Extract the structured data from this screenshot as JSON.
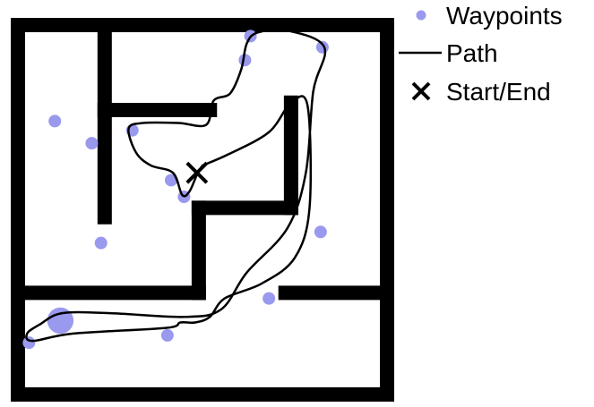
{
  "chart_data": {
    "type": "scatter",
    "title": "",
    "xlabel": "",
    "ylabel": "",
    "xlim": [
      0,
      10
    ],
    "ylim": [
      0,
      10
    ],
    "grid": false,
    "axes_visible": false,
    "legend": {
      "placement": "top-right",
      "entries": [
        {
          "label": "Waypoints",
          "marker": "circle",
          "color": "#9999ee"
        },
        {
          "label": "Path",
          "marker": "line",
          "color": "#000000"
        },
        {
          "label": "Start/End",
          "marker": "x",
          "color": "#000000"
        }
      ]
    },
    "walls": [
      [
        0,
        0,
        0,
        10
      ],
      [
        0,
        10,
        10,
        10
      ],
      [
        10,
        10,
        10,
        0
      ],
      [
        10,
        0,
        0,
        0
      ],
      [
        2.35,
        10,
        2.35,
        4.8
      ],
      [
        2.35,
        7.7,
        5.2,
        7.7
      ],
      [
        7.4,
        7.9,
        7.4,
        5.05
      ],
      [
        7.4,
        5.05,
        4.9,
        5.05
      ],
      [
        4.9,
        5.05,
        4.9,
        2.75
      ],
      [
        0,
        2.75,
        4.9,
        2.75
      ],
      [
        7.25,
        2.75,
        10,
        2.75
      ]
    ],
    "series": [
      {
        "name": "Waypoints",
        "points": [
          [
            6.3,
            9.7
          ],
          [
            6.15,
            9.05
          ],
          [
            8.25,
            9.4
          ],
          [
            1.0,
            7.4
          ],
          [
            2.0,
            6.8
          ],
          [
            3.1,
            7.15
          ],
          [
            4.15,
            5.8
          ],
          [
            4.5,
            5.35
          ],
          [
            2.25,
            4.1
          ],
          [
            8.2,
            4.4
          ],
          [
            6.8,
            2.6
          ],
          [
            1.15,
            2.0
          ],
          [
            0.3,
            1.4
          ],
          [
            4.05,
            1.6
          ]
        ],
        "sizes": [
          1,
          1,
          1,
          1,
          1,
          1,
          1,
          1,
          1,
          1,
          1,
          2.1,
          1,
          1
        ]
      },
      {
        "name": "Path",
        "points": [
          [
            5.0,
            6.2
          ],
          [
            5.7,
            6.5
          ],
          [
            6.8,
            7.1
          ],
          [
            7.4,
            7.9
          ],
          [
            7.85,
            7.8
          ],
          [
            7.9,
            5.05
          ],
          [
            7.5,
            3.7
          ],
          [
            6.6,
            3.0
          ],
          [
            5.6,
            2.6
          ],
          [
            5.2,
            2.1
          ],
          [
            4.8,
            1.95
          ],
          [
            4.4,
            1.95
          ],
          [
            4.0,
            1.8
          ],
          [
            1.5,
            1.65
          ],
          [
            0.4,
            1.45
          ],
          [
            0.25,
            1.65
          ],
          [
            0.6,
            1.9
          ],
          [
            1.2,
            2.2
          ],
          [
            2.5,
            2.2
          ],
          [
            4.5,
            2.1
          ],
          [
            5.5,
            2.3
          ],
          [
            6.2,
            3.3
          ],
          [
            7.3,
            4.5
          ],
          [
            7.8,
            6.0
          ],
          [
            8.0,
            8.2
          ],
          [
            8.3,
            9.4
          ],
          [
            7.3,
            9.85
          ],
          [
            6.5,
            9.8
          ],
          [
            6.2,
            9.5
          ],
          [
            6.05,
            8.8
          ],
          [
            5.75,
            8.15
          ],
          [
            5.3,
            7.95
          ],
          [
            5.1,
            7.3
          ],
          [
            4.35,
            7.35
          ],
          [
            3.4,
            7.35
          ],
          [
            3.0,
            7.2
          ],
          [
            3.2,
            6.55
          ],
          [
            3.6,
            6.2
          ],
          [
            4.2,
            6.0
          ],
          [
            4.45,
            5.4
          ],
          [
            4.65,
            5.5
          ],
          [
            4.85,
            5.95
          ],
          [
            5.0,
            6.2
          ]
        ]
      },
      {
        "name": "Start/End",
        "points": [
          [
            4.85,
            6.0
          ]
        ]
      }
    ]
  }
}
